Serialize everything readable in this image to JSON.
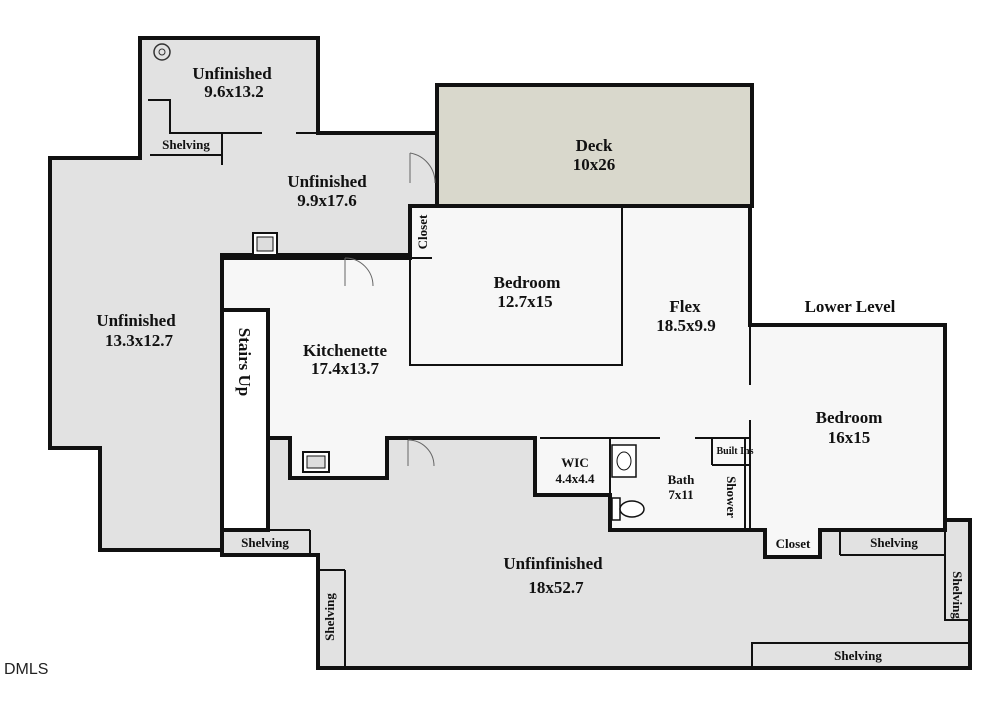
{
  "heading": "Lower Level",
  "watermark": "DMLS",
  "rooms": {
    "unfinished_top": {
      "name": "Unfinished",
      "dims": "9.6x13.2"
    },
    "deck": {
      "name": "Deck",
      "dims": "10x26"
    },
    "unfinished_mid": {
      "name": "Unfinished",
      "dims": "9.9x17.6"
    },
    "unfinished_left": {
      "name": "Unfinished",
      "dims": "13.3x12.7"
    },
    "bedroom_1": {
      "name": "Bedroom",
      "dims": "12.7x15"
    },
    "flex": {
      "name": "Flex",
      "dims": "18.5x9.9"
    },
    "kitchenette": {
      "name": "Kitchenette",
      "dims": "17.4x13.7"
    },
    "bedroom_2": {
      "name": "Bedroom",
      "dims": "16x15"
    },
    "wic": {
      "name": "WIC",
      "dims": "4.4x4.4"
    },
    "bath": {
      "name": "Bath",
      "dims": "7x11"
    },
    "unfinished_bottom": {
      "name": "Unfinfinished",
      "dims": "18x52.7"
    }
  },
  "labels": {
    "shelving": "Shelving",
    "closet": "Closet",
    "stairs": "Stairs Up",
    "built_in": "Built Ins",
    "shower": "Shower"
  },
  "colors": {
    "deck": "#d9d8cc",
    "unfinished": "#e2e2e2",
    "finished": "#f7f7f7",
    "wall": "#111111"
  }
}
